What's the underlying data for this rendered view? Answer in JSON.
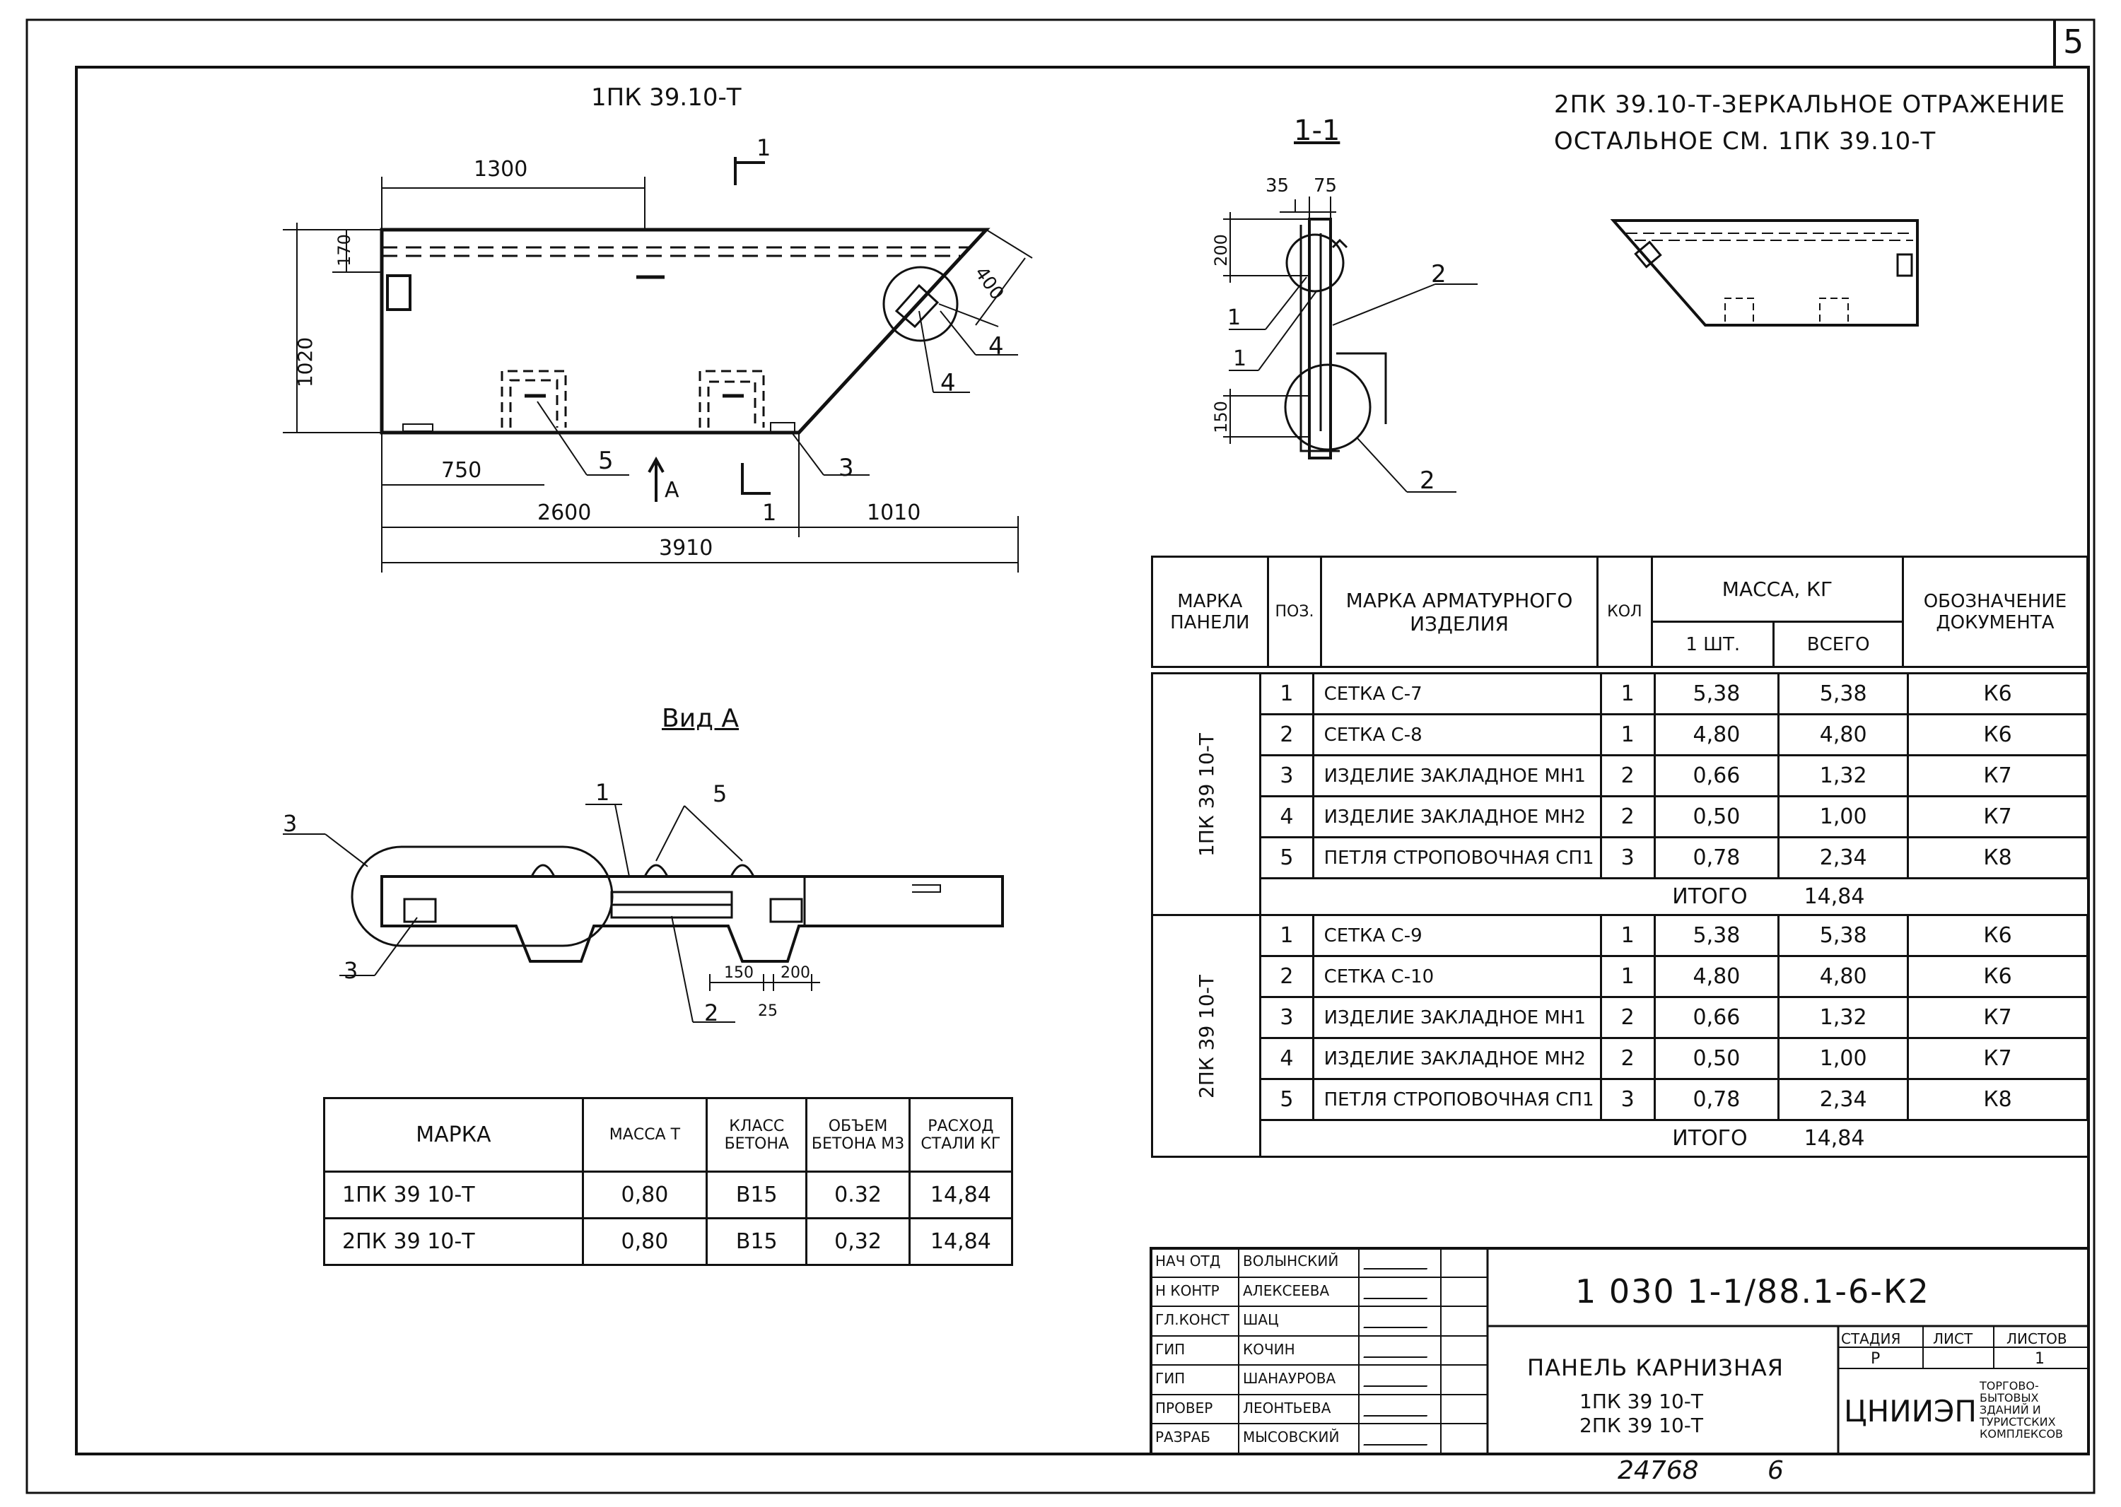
{
  "sheet": {
    "sheet_number": "5",
    "bottom_number": "24768",
    "bottom_page": "6"
  },
  "main_view": {
    "title": "1ПК 39.10-Т",
    "dims": {
      "d1300": "1300",
      "d170": "170",
      "d1020": "1020",
      "d400": "400",
      "d750": "750",
      "d2600": "2600",
      "d1010": "1010",
      "d3910": "3910"
    },
    "labels": {
      "cut": "1",
      "p4a": "4",
      "p4b": "4",
      "p5": "5",
      "p3": "3",
      "viewA": "А",
      "cut2": "1"
    }
  },
  "section": {
    "title": "1-1",
    "dims": {
      "d35": "35",
      "d75": "75",
      "d200": "200",
      "d150": "150"
    },
    "labels": {
      "p1a": "1",
      "p1b": "1",
      "p2a": "2",
      "p2b": "2"
    }
  },
  "mirror": {
    "line1": "2ПК 39.10-Т-ЗЕРКАЛЬНОЕ ОТРАЖЕНИЕ",
    "line2": "ОСТАЛЬНОЕ  СМ. 1ПК 39.10-Т"
  },
  "view_a": {
    "title": "Вид А",
    "dims": {
      "d150": "150",
      "d200": "200",
      "d25": "25"
    },
    "labels": {
      "p1": "1",
      "p5": "5",
      "p3a": "3",
      "p3b": "3",
      "p2": "2"
    }
  },
  "spec_table": {
    "headers": {
      "panel": "МАРКА ПАНЕЛИ",
      "pos": "ПОЗ.",
      "item": "МАРКА АРМАТУРНОГО ИЗДЕЛИЯ",
      "qty": "КОЛ",
      "mass": "МАССА, КГ",
      "one": "1 ШТ.",
      "total": "ВСЕГО",
      "doc": "ОБОЗНАЧЕНИЕ ДОКУМЕНТА"
    },
    "groups": [
      {
        "panel": "1ПК 39 10-Т",
        "rows": [
          {
            "pos": "1",
            "item": "СЕТКА С-7",
            "qty": "1",
            "one": "5,38",
            "total": "5,38",
            "doc": "К6"
          },
          {
            "pos": "2",
            "item": "СЕТКА С-8",
            "qty": "1",
            "one": "4,80",
            "total": "4,80",
            "doc": "К6"
          },
          {
            "pos": "3",
            "item": "ИЗДЕЛИЕ ЗАКЛАДНОЕ МН1",
            "qty": "2",
            "one": "0,66",
            "total": "1,32",
            "doc": "К7"
          },
          {
            "pos": "4",
            "item": "ИЗДЕЛИЕ ЗАКЛАДНОЕ МН2",
            "qty": "2",
            "one": "0,50",
            "total": "1,00",
            "doc": "К7"
          },
          {
            "pos": "5",
            "item": "ПЕТЛЯ СТРОПОВОЧНАЯ СП1",
            "qty": "3",
            "one": "0,78",
            "total": "2,34",
            "doc": "К8"
          }
        ],
        "total_label": "ИТОГО",
        "total_value": "14,84"
      },
      {
        "panel": "2ПК 39 10-Т",
        "rows": [
          {
            "pos": "1",
            "item": "СЕТКА С-9",
            "qty": "1",
            "one": "5,38",
            "total": "5,38",
            "doc": "К6"
          },
          {
            "pos": "2",
            "item": "СЕТКА С-10",
            "qty": "1",
            "one": "4,80",
            "total": "4,80",
            "doc": "К6"
          },
          {
            "pos": "3",
            "item": "ИЗДЕЛИЕ ЗАКЛАДНОЕ МН1",
            "qty": "2",
            "one": "0,66",
            "total": "1,32",
            "doc": "К7"
          },
          {
            "pos": "4",
            "item": "ИЗДЕЛИЕ ЗАКЛАДНОЕ МН2",
            "qty": "2",
            "one": "0,50",
            "total": "1,00",
            "doc": "К7"
          },
          {
            "pos": "5",
            "item": "ПЕТЛЯ СТРОПОВОЧНАЯ СП1",
            "qty": "3",
            "one": "0,78",
            "total": "2,34",
            "doc": "К8"
          }
        ],
        "total_label": "ИТОГО",
        "total_value": "14,84"
      }
    ]
  },
  "mass_table": {
    "headers": {
      "mark": "МАРКА",
      "mass": "МАССА Т",
      "concrete": "КЛАСС БЕТОНА",
      "volume": "ОБЪЕМ БЕТОНА М3",
      "steel": "РАСХОД СТАЛИ КГ"
    },
    "rows": [
      {
        "mark": "1ПК 39 10-Т",
        "mass": "0,80",
        "concrete": "В15",
        "volume": "0.32",
        "steel": "14,84"
      },
      {
        "mark": "2ПК 39 10-Т",
        "mass": "0,80",
        "concrete": "В15",
        "volume": "0,32",
        "steel": "14,84"
      }
    ]
  },
  "title_block": {
    "code": "1 030 1-1/88.1-6-К2",
    "people": [
      {
        "role": "НАЧ ОТД",
        "name": "ВОЛЫНСКИЙ"
      },
      {
        "role": "Н КОНТР",
        "name": "АЛЕКСЕЕВА"
      },
      {
        "role": "ГЛ.КОНСТ",
        "name": "ШАЦ"
      },
      {
        "role": "ГИП",
        "name": "КОЧИН"
      },
      {
        "role": "ГИП",
        "name": "ШАНАУРОВА"
      },
      {
        "role": "ПРОВЕР",
        "name": "ЛЕОНТЬЕВА"
      },
      {
        "role": "РАЗРАБ",
        "name": "МЫСОВСКИЙ"
      }
    ],
    "description_l1": "ПАНЕЛЬ КАРНИЗНАЯ",
    "description_l2": "1ПК 39 10-Т",
    "description_l3": "2ПК 39 10-Т",
    "stage_label": "СТАДИЯ",
    "sheet_label": "ЛИСТ",
    "sheets_label": "ЛИСТОВ",
    "stage": "Р",
    "sheet": "",
    "sheets": "1",
    "org_name": "ЦНИИЭП",
    "org_desc": [
      "ТОРГОВО-",
      "БЫТОВЫХ",
      "ЗДАНИЙ И",
      "ТУРИСТСКИХ",
      "КОМПЛЕКСОВ"
    ]
  }
}
